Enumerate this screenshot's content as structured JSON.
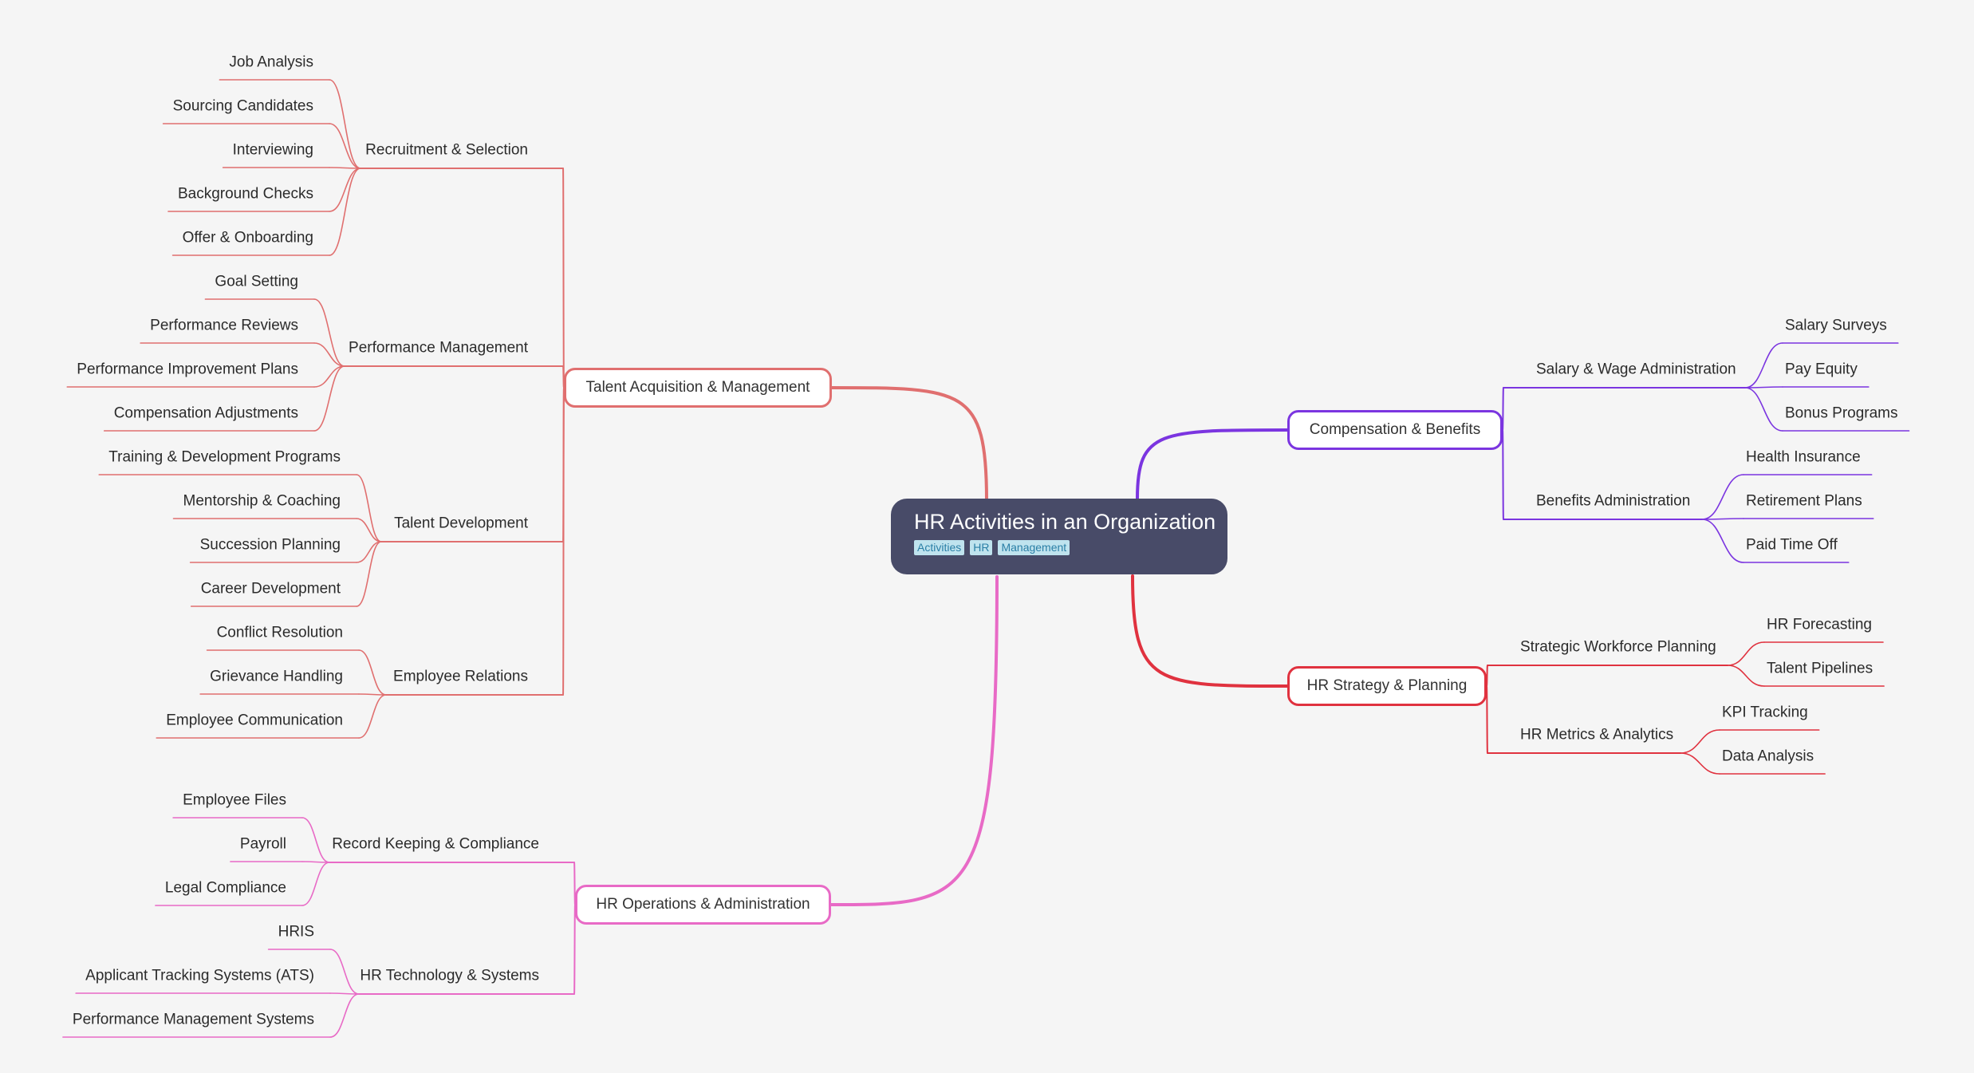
{
  "colors": {
    "background": "#f5f5f5",
    "root_fill": "#484b68",
    "tag_fill": "#bfe3ee",
    "tag_text": "#2a7fa6",
    "branch_talent": "#e06f6f",
    "branch_operations": "#e86ac6",
    "branch_compensation": "#7b35e0",
    "branch_strategy": "#e0323f"
  },
  "root": {
    "title": "HR Activities in an Organization",
    "tags": [
      "Activities",
      "HR",
      "Management"
    ]
  },
  "branches": [
    {
      "label": "Talent Acquisition & Management",
      "color": "#e06f6f",
      "children": [
        {
          "label": "Recruitment & Selection",
          "children": [
            "Job Analysis",
            "Sourcing Candidates",
            "Interviewing",
            "Background Checks",
            "Offer & Onboarding"
          ]
        },
        {
          "label": "Performance Management",
          "children": [
            "Goal Setting",
            "Performance Reviews",
            "Performance Improvement Plans",
            "Compensation Adjustments"
          ]
        },
        {
          "label": "Talent Development",
          "children": [
            "Training & Development Programs",
            "Mentorship & Coaching",
            "Succession Planning",
            "Career Development"
          ]
        },
        {
          "label": "Employee Relations",
          "children": [
            "Conflict Resolution",
            "Grievance Handling",
            "Employee Communication"
          ]
        }
      ]
    },
    {
      "label": "HR Operations & Administration",
      "color": "#e86ac6",
      "children": [
        {
          "label": "Record Keeping & Compliance",
          "children": [
            "Employee Files",
            "Payroll",
            "Legal Compliance"
          ]
        },
        {
          "label": "HR Technology & Systems",
          "children": [
            "HRIS",
            "Applicant Tracking Systems (ATS)",
            "Performance Management Systems"
          ]
        }
      ]
    },
    {
      "label": "Compensation & Benefits",
      "color": "#7b35e0",
      "children": [
        {
          "label": "Salary & Wage Administration",
          "children": [
            "Salary Surveys",
            "Pay Equity",
            "Bonus Programs"
          ]
        },
        {
          "label": "Benefits Administration",
          "children": [
            "Health Insurance",
            "Retirement Plans",
            "Paid Time Off"
          ]
        }
      ]
    },
    {
      "label": "HR Strategy & Planning",
      "color": "#e0323f",
      "children": [
        {
          "label": "Strategic Workforce Planning",
          "children": [
            "HR Forecasting",
            "Talent Pipelines"
          ]
        },
        {
          "label": "HR Metrics & Analytics",
          "children": [
            "KPI Tracking",
            "Data Analysis"
          ]
        }
      ]
    }
  ]
}
